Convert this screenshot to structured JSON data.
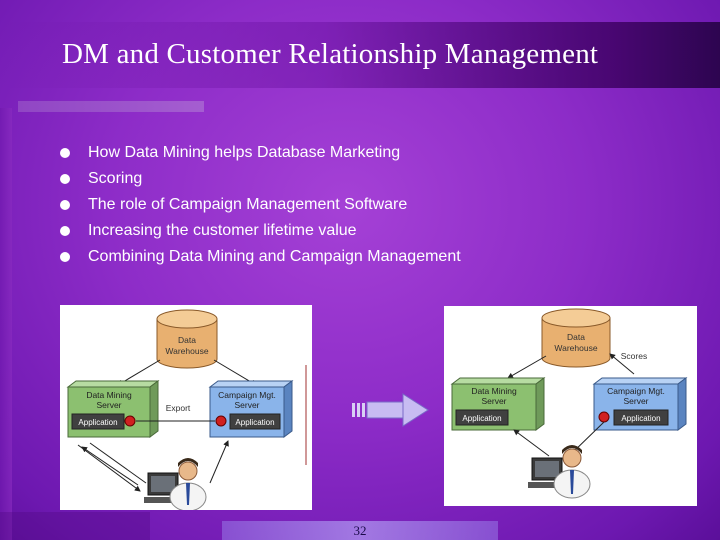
{
  "slide": {
    "title": "DM and Customer Relationship Management",
    "bullets": [
      "How Data Mining helps Database Marketing",
      "Scoring",
      "The role of Campaign Management Software",
      "Increasing the customer lifetime value",
      "Combining Data Mining and Campaign Management"
    ],
    "page_number": "32"
  },
  "left_diagram": {
    "warehouse": [
      "Data",
      "Warehouse"
    ],
    "dm_server": [
      "Data Mining",
      "Server"
    ],
    "cm_server": [
      "Campaign Mgt.",
      "Server"
    ],
    "dm_app": "Application",
    "cm_app": "Application",
    "export_label": "Export"
  },
  "right_diagram": {
    "warehouse": [
      "Data",
      "Warehouse"
    ],
    "dm_server": [
      "Data Mining",
      "Server"
    ],
    "cm_server": [
      "Campaign Mgt.",
      "Server"
    ],
    "dm_app": "Application",
    "cm_app": "Application",
    "scores_label": "Scores"
  }
}
